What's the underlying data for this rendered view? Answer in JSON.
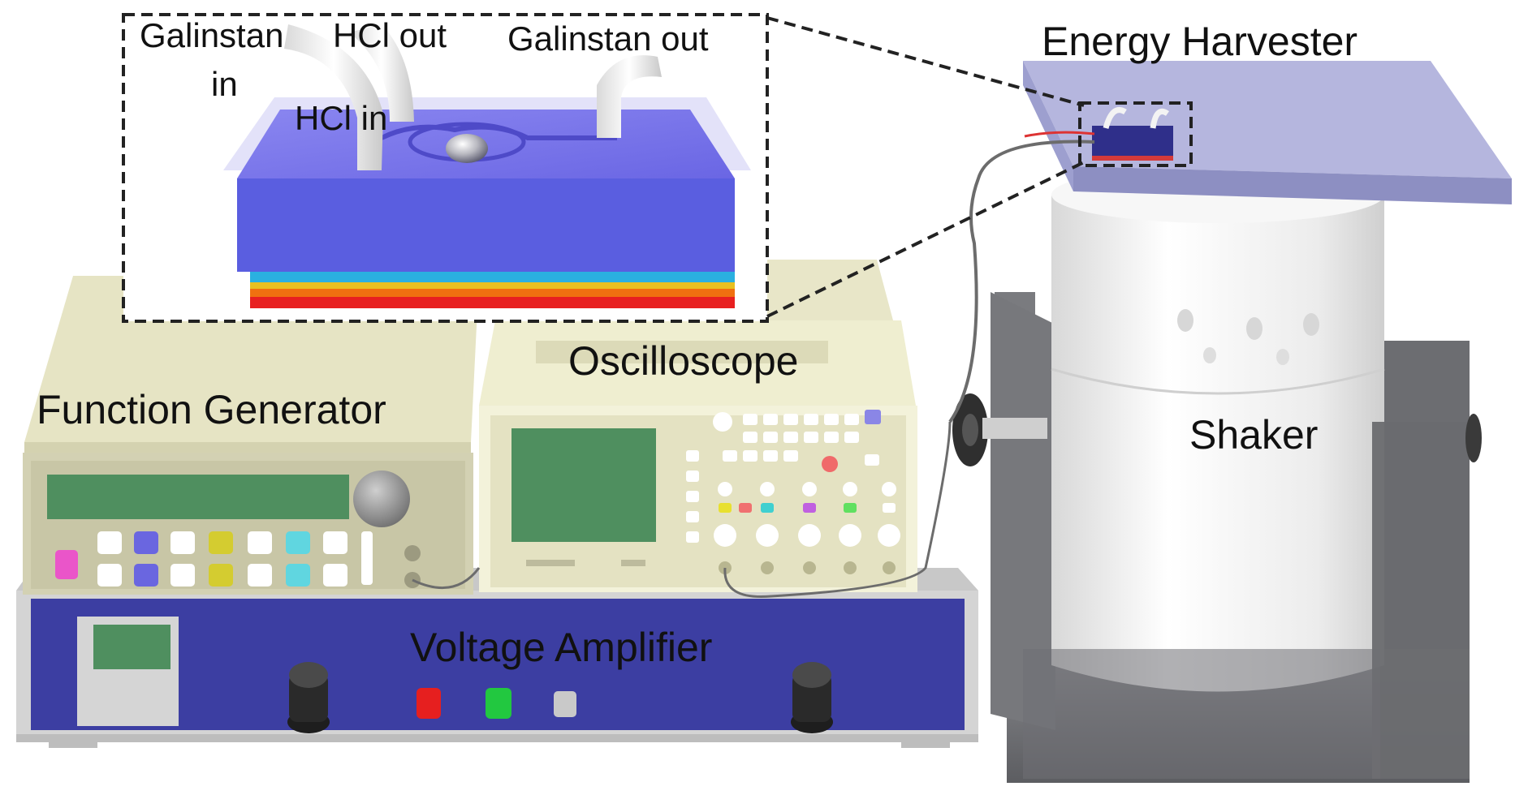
{
  "labels": {
    "galinstan_in_line1": "Galinstan",
    "galinstan_in_line2": "in",
    "hcl_out": "HCl out",
    "hcl_in": "HCl in",
    "galinstan_out": "Galinstan out",
    "energy_harvester": "Energy Harvester",
    "oscilloscope": "Oscilloscope",
    "function_generator": "Function Generator",
    "shaker": "Shaker",
    "voltage_amplifier": "Voltage Amplifier"
  },
  "colors": {
    "device_body": "#5a5ee0",
    "amplifier_body": "#3c3ea0",
    "instrument_casing": "#e8e6c6",
    "screen": "#4f8f5f",
    "shaker_frame": "#6f7074",
    "shaker_cylinder": "#f1f0f0",
    "harvester_plate": "#aeb0dc",
    "layer_stack": [
      "#2ab0e0",
      "#e8c020",
      "#f07010",
      "#e82020"
    ]
  },
  "icons": [
    "galinstan-tube",
    "hcl-tube",
    "galinstan-droplet",
    "knob",
    "button"
  ]
}
